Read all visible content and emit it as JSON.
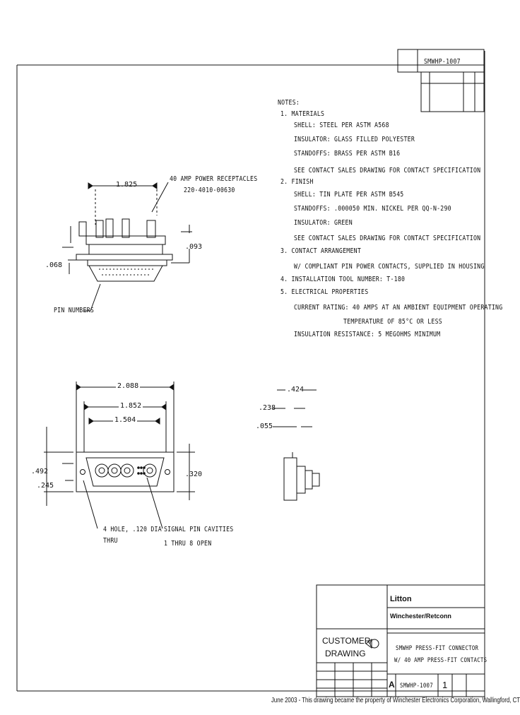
{
  "header_block": {
    "part_number": "SMWHP-1007"
  },
  "notes": {
    "heading": "NOTES:",
    "lines": [
      "1. MATERIALS",
      "SHELL: STEEL PER ASTM A568",
      "INSULATOR: GLASS FILLED POLYESTER",
      "STANDOFFS: BRASS PER ASTM B16",
      "SEE CONTACT SALES DRAWING FOR CONTACT SPECIFICATION",
      "2. FINISH",
      "SHELL: TIN PLATE PER ASTM B545",
      "STANDOFFS: .000050 MIN. NICKEL PER QQ-N-290",
      "INSULATOR: GREEN",
      "SEE CONTACT SALES DRAWING FOR CONTACT SPECIFICATION",
      "3. CONTACT ARRANGEMENT",
      "W/ COMPLIANT PIN POWER CONTACTS, SUPPLIED IN HOUSING",
      "4. INSTALLATION TOOL NUMBER: T-180",
      "5. ELECTRICAL PROPERTIES",
      "CURRENT RATING: 40 AMPS AT AN AMBIENT EQUIPMENT OPERATING",
      "TEMPERATURE OF 85°C OR LESS",
      "INSULATION RESISTANCE: 5 MEGOHMS MINIMUM"
    ]
  },
  "side_view": {
    "dim_top": "1.825",
    "callout_power": "40 AMP POWER RECEPTACLES",
    "callout_power_pn": "220-4010-00630",
    "dim_right": ".093",
    "dim_left": ".068",
    "callout_pin": "PIN NUMBERS"
  },
  "front_view": {
    "dim_overall": "2.088",
    "dim_a": "1.852",
    "dim_b": "1.504",
    "dim_h": ".492",
    "dim_h2": ".245",
    "dim_r": ".320",
    "callout_holes": "4 HOLE, .120 DIA",
    "callout_holes2": "THRU",
    "callout_signal": "SIGNAL PIN CAVITIES",
    "callout_signal2": "1 THRU 8 OPEN"
  },
  "detail": {
    "d1": ".424",
    "d2": ".238",
    "d3": ".055"
  },
  "title_block": {
    "company": "Litton",
    "division": "Winchester/Retconn",
    "customer_line1": "CUSTOMER",
    "customer_line2": "DRAWING",
    "title_line1": "SMWHP PRESS-FIT CONNECTOR",
    "title_line2": "W/ 40 AMP PRESS-FIT CONTACTS",
    "size": "A",
    "dwg_no": "SMWHP-1007",
    "sheet": "1"
  },
  "footer": "June 2003 - This drawing became the property of Winchester Electronics Corporation, Wallingford, CT"
}
